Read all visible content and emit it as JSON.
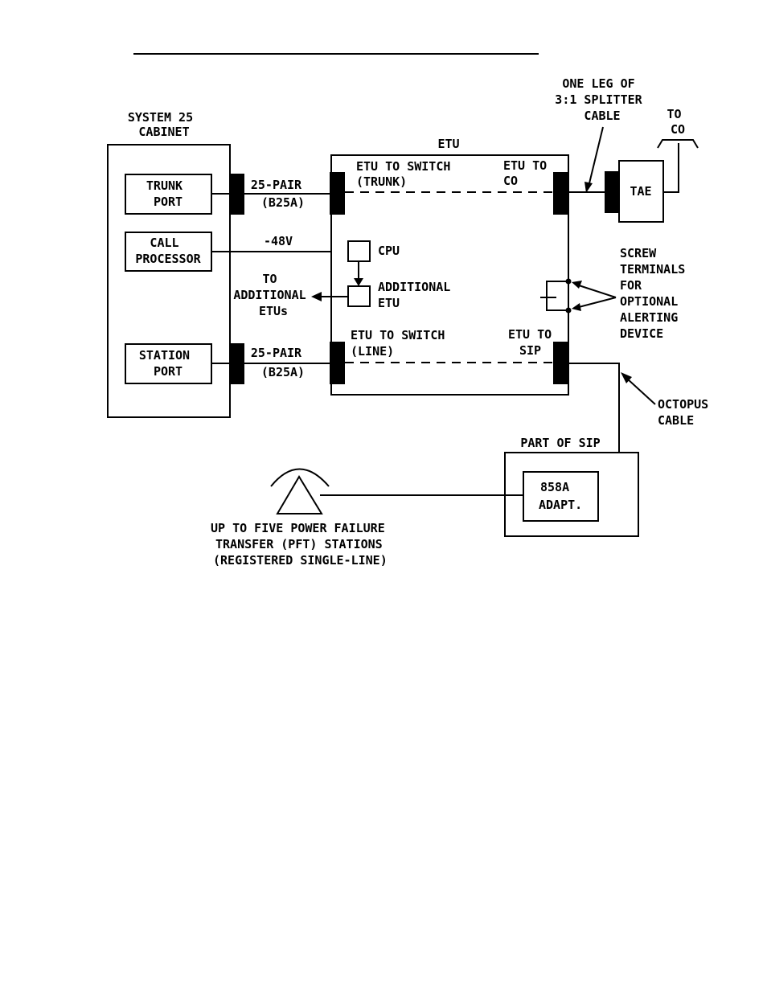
{
  "labels": {
    "system25_cabinet": [
      "SYSTEM 25",
      "CABINET"
    ],
    "trunk_port": [
      "TRUNK",
      "PORT"
    ],
    "call_processor": [
      "CALL",
      "PROCESSOR"
    ],
    "station_port": [
      "STATION",
      "PORT"
    ],
    "pair_top": [
      "25-PAIR",
      "(B25A)"
    ],
    "pair_bottom": [
      "25-PAIR",
      "(B25A)"
    ],
    "minus48v": "-48V",
    "to_additional_etus": [
      "TO",
      "ADDITIONAL",
      "ETUs"
    ],
    "etu_title": "ETU",
    "etu_to_switch_trunk": [
      "ETU TO SWITCH",
      "(TRUNK)"
    ],
    "etu_to_co": [
      "ETU TO",
      "CO"
    ],
    "cpu": "CPU",
    "additional_etu": [
      "ADDITIONAL",
      "ETU"
    ],
    "etu_to_switch_line": [
      "ETU TO SWITCH",
      "(LINE)"
    ],
    "etu_to_sip": [
      "ETU TO",
      "SIP"
    ],
    "splitter": [
      "ONE LEG OF",
      "3:1 SPLITTER",
      "CABLE"
    ],
    "to_co": [
      "TO",
      "CO"
    ],
    "tae": "TAE",
    "screw_terminals": [
      "SCREW",
      "TERMINALS",
      "FOR",
      "OPTIONAL",
      "ALERTING",
      "DEVICE"
    ],
    "octopus_cable": [
      "OCTOPUS",
      "CABLE"
    ],
    "part_of_sip": "PART OF SIP",
    "adapter": [
      "858A",
      "ADAPT."
    ],
    "pft_stations": [
      "UP TO FIVE POWER FAILURE",
      "TRANSFER (PFT) STATIONS",
      "(REGISTERED SINGLE-LINE)"
    ]
  }
}
